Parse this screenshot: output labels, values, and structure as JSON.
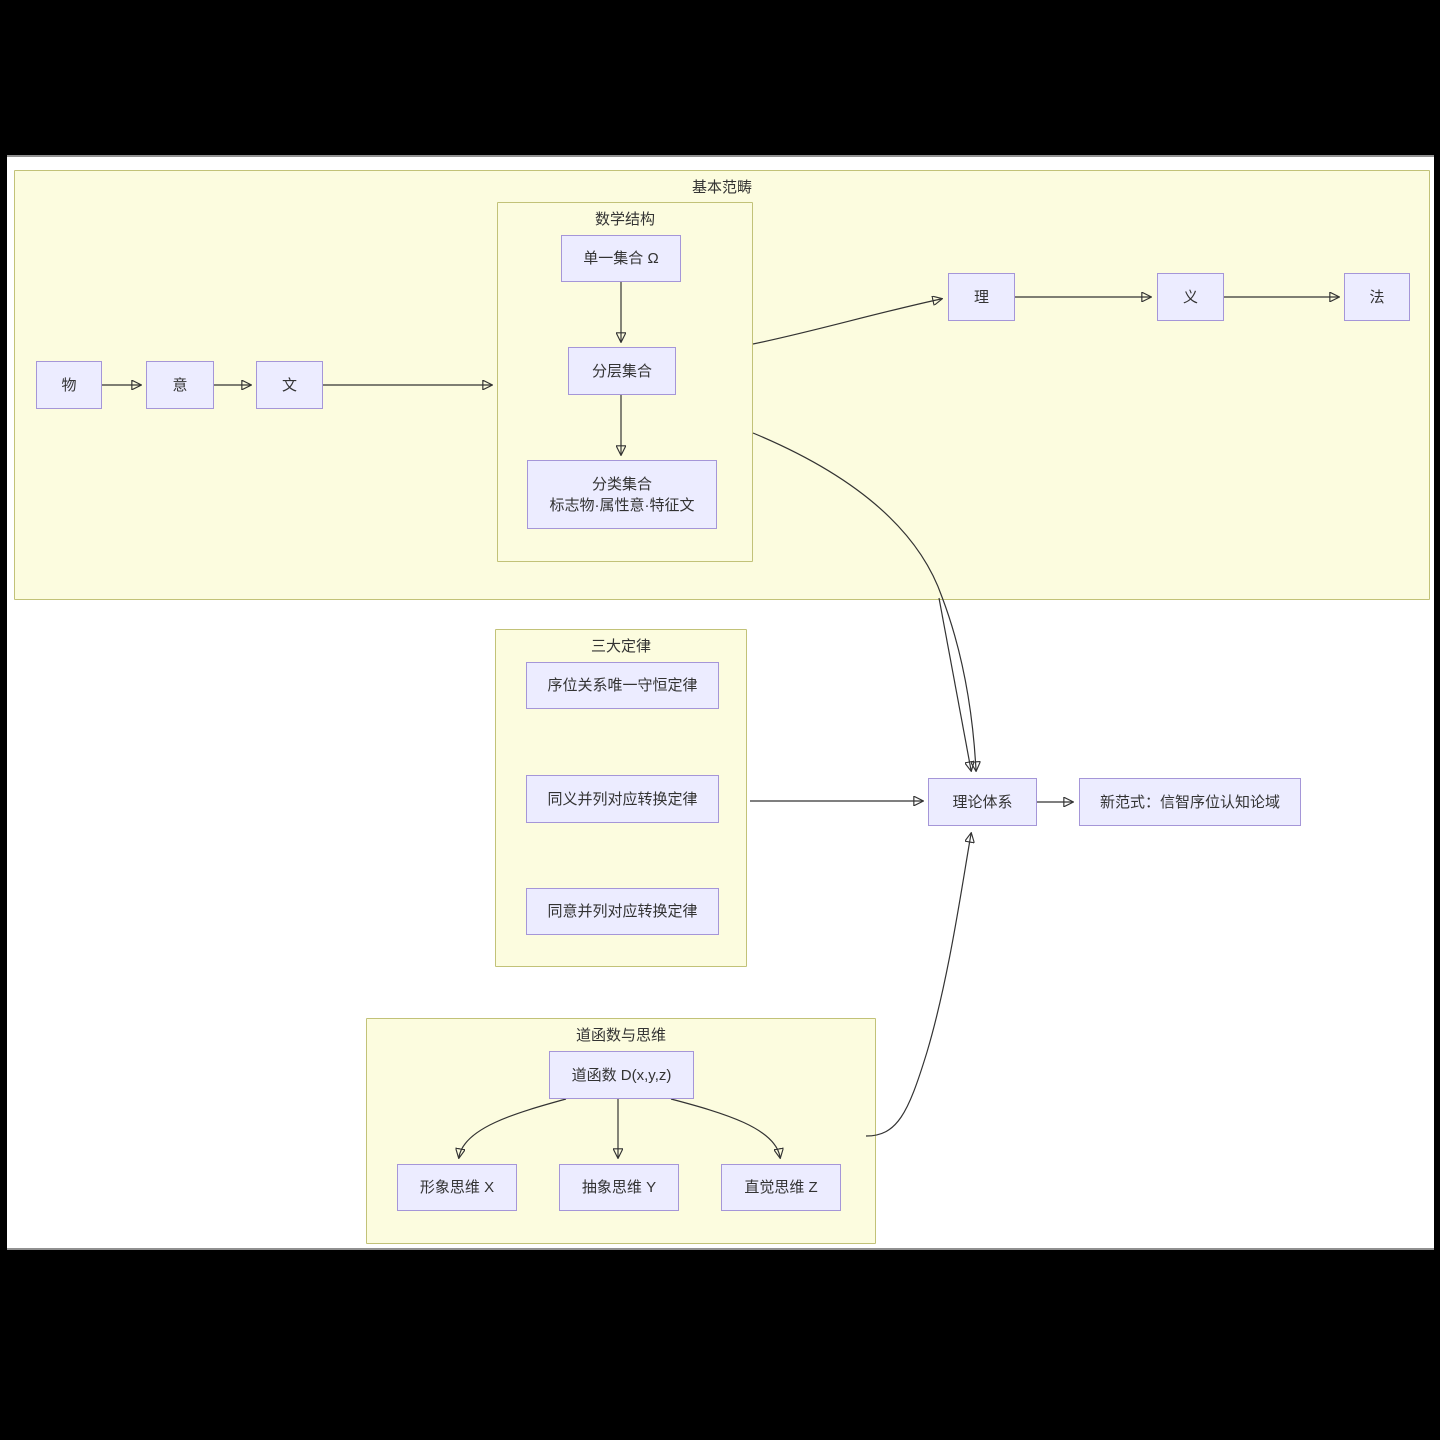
{
  "clusters": {
    "basic": {
      "label": "基本范畴"
    },
    "math": {
      "label": "数学结构"
    },
    "laws": {
      "label": "三大定律"
    },
    "dao": {
      "label": "道函数与思维"
    }
  },
  "nodes": {
    "wu": {
      "label": "物"
    },
    "yi": {
      "label": "意"
    },
    "wen": {
      "label": "文"
    },
    "single_set": {
      "label": "单一集合 Ω"
    },
    "layered_set": {
      "label": "分层集合"
    },
    "class_set": {
      "title": "分类集合",
      "subtitle": "标志物·属性意·特征文"
    },
    "li": {
      "label": "理"
    },
    "yi2": {
      "label": "义"
    },
    "fa": {
      "label": "法"
    },
    "law1": {
      "label": "序位关系唯一守恒定律"
    },
    "law2": {
      "label": "同义并列对应转换定律"
    },
    "law3": {
      "label": "同意并列对应转换定律"
    },
    "dao_fn": {
      "label": "道函数 D(x,y,z)"
    },
    "think_x": {
      "label": "形象思维 X"
    },
    "think_y": {
      "label": "抽象思维 Y"
    },
    "think_z": {
      "label": "直觉思维 Z"
    },
    "theory": {
      "label": "理论体系"
    },
    "paradigm": {
      "label": "新范式：信智序位认知论域"
    }
  },
  "colors": {
    "node_fill": "#ECECFF",
    "node_border": "#a596d8",
    "cluster_fill": "#fcfcdf",
    "cluster_border": "#c2c278",
    "edge": "#333333",
    "text": "#333333",
    "letterbox": "#000000",
    "canvas": "#ffffff"
  }
}
